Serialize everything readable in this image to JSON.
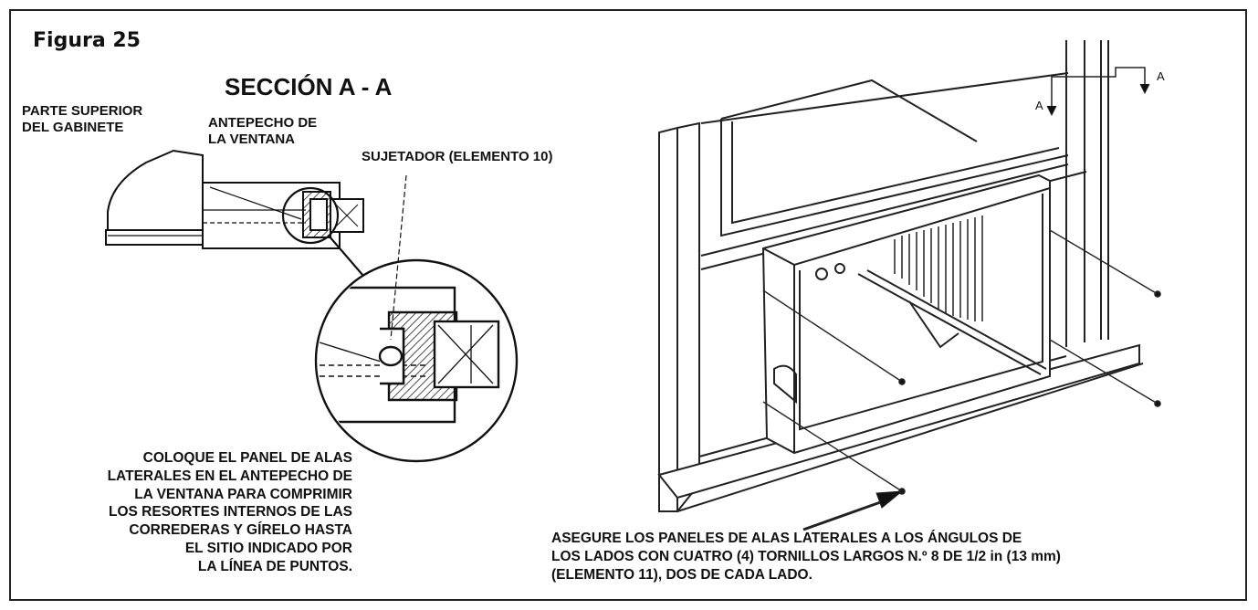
{
  "figure": {
    "title": "Figura 25",
    "section_title": "SECCIÓN A - A"
  },
  "labels": {
    "cabinet_top": "PARTE SUPERIOR\nDEL GABINETE",
    "window_sill": "ANTEPECHO DE\nLA VENTANA",
    "fastener": "SUJETADOR (ELEMENTO 10)",
    "section_marker_a": "A"
  },
  "instructions": {
    "side_panel_placement": "COLOQUE EL PANEL DE ALAS\nLATERALES EN EL ANTEPECHO DE\nLA VENTANA PARA COMPRIMIR\nLOS RESORTES INTERNOS DE LAS\nCORREDERAS Y GÍRELO HASTA\nEL SITIO INDICADO POR\nLA LÍNEA DE PUNTOS.",
    "secure_panels": "ASEGURE LOS PANELES DE ALAS LATERALES A LOS ÁNGULOS DE\nLOS LADOS CON CUATRO (4) TORNILLOS LARGOS N.º 8 DE 1/2 in (13 mm)\n(ELEMENTO 11), DOS DE CADA LADO."
  }
}
